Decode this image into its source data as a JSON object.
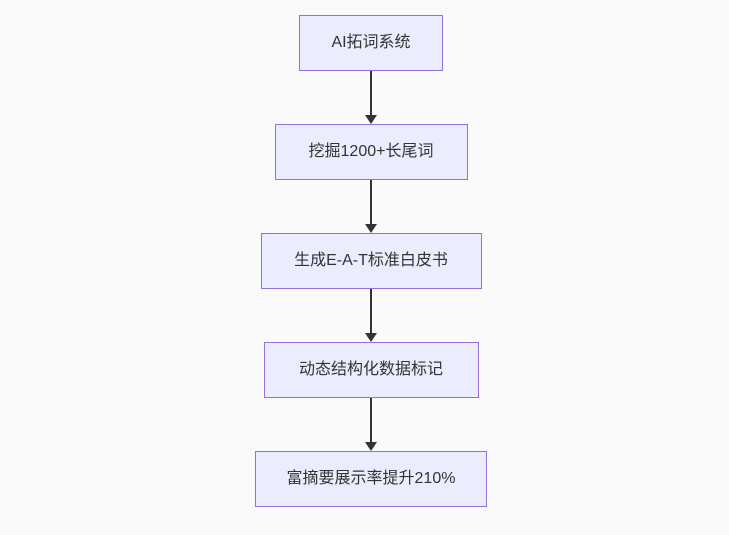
{
  "page": {
    "background_color": "#fafafa"
  },
  "flowchart": {
    "type": "flowchart",
    "direction": "top-down",
    "node_fill_color": "#ECECFF",
    "node_border_color": "#9370DB",
    "text_color": "#333333",
    "arrow_color": "#333333",
    "nodes": [
      {
        "id": "n1",
        "label": "AI拓词系统"
      },
      {
        "id": "n2",
        "label": "挖掘1200+长尾词"
      },
      {
        "id": "n3",
        "label": "生成E-A-T标准白皮书"
      },
      {
        "id": "n4",
        "label": "动态结构化数据标记"
      },
      {
        "id": "n5",
        "label": "富摘要展示率提升210%"
      }
    ],
    "edges": [
      {
        "from": "n1",
        "to": "n2"
      },
      {
        "from": "n2",
        "to": "n3"
      },
      {
        "from": "n3",
        "to": "n4"
      },
      {
        "from": "n4",
        "to": "n5"
      }
    ]
  }
}
